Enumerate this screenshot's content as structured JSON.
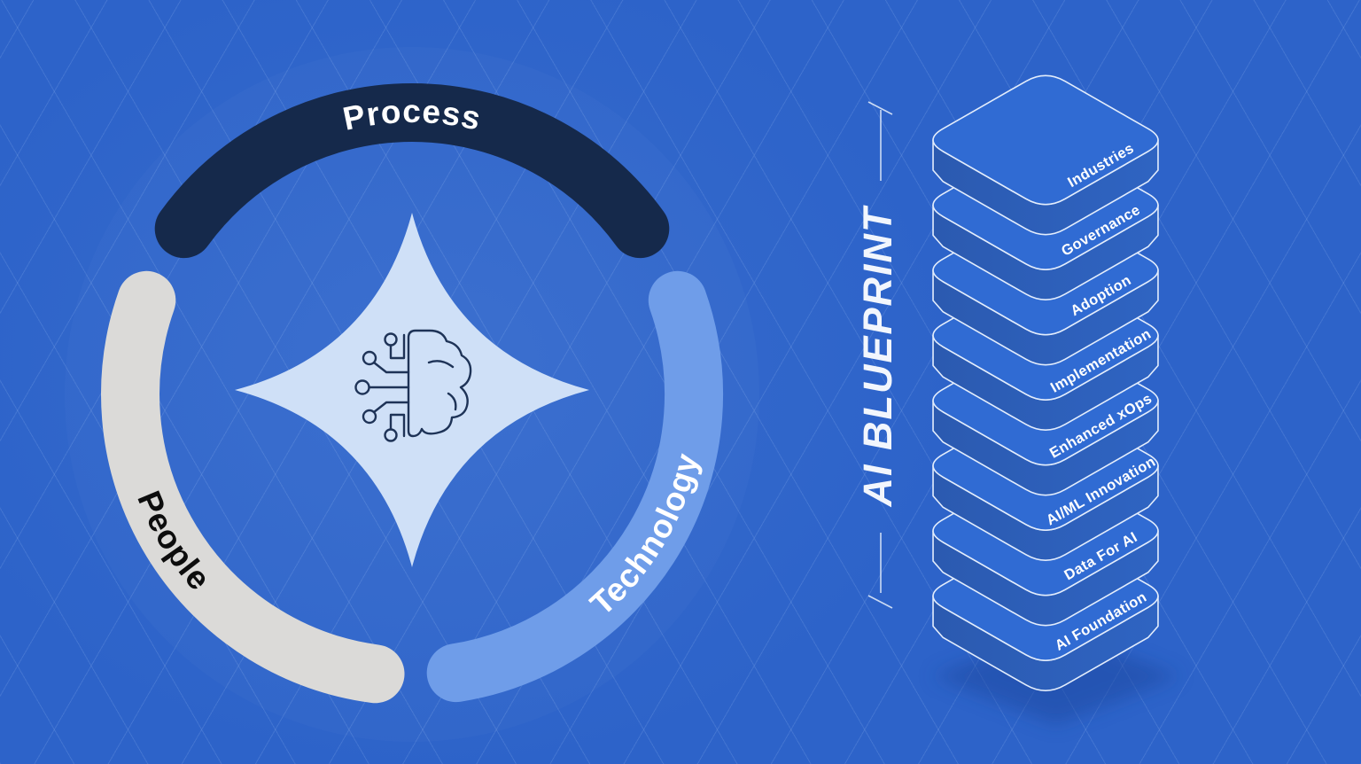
{
  "background": {
    "base_color": "#2d63c9",
    "grid_line_color": "rgba(150,185,240,0.20)"
  },
  "ring": {
    "center_icon": "brain-circuit-icon",
    "star_color": "#cfe0f7",
    "icon_stroke_color": "#1e3357",
    "segments": [
      {
        "label": "Process",
        "color": "#15294b",
        "text_color": "#ffffff"
      },
      {
        "label": "Technology",
        "color": "#6f9de9",
        "text_color": "#ffffff"
      },
      {
        "label": "People",
        "color": "#dbdad8",
        "text_color": "#0d0d0d"
      }
    ]
  },
  "blueprint": {
    "title": "AI BLUEPRINT",
    "title_color": "#f2f6fd",
    "layers": [
      "Industries",
      "Governance",
      "Adoption",
      "Implementation",
      "Enhanced xOps",
      "AI/ML Innovation",
      "Data For AI",
      "AI Foundation"
    ],
    "layer_top_color": "#306bd3",
    "layer_side_color_left": "#2b5ab0",
    "layer_side_color_right": "#2f64c2",
    "outline_color": "#e3edfc",
    "label_color": "#ffffff",
    "shadow_color": "#1a479e"
  }
}
